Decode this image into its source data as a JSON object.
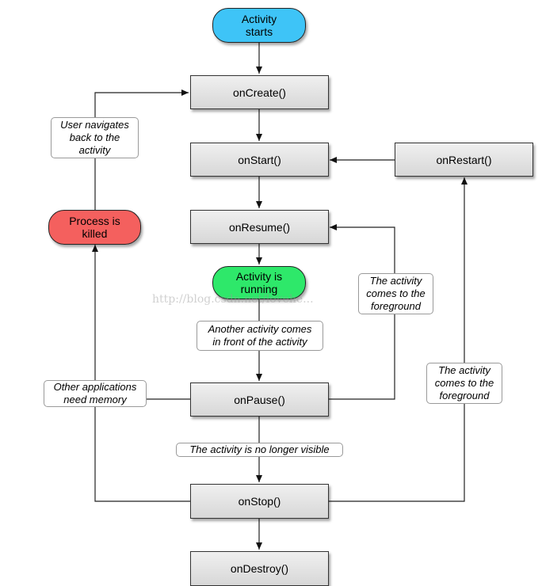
{
  "start": {
    "label": "Activity\nstarts",
    "color": "#3ec4f7"
  },
  "running": {
    "label": "Activity is\nrunning",
    "color": "#2ee86a"
  },
  "killed": {
    "label": "Process is\nkilled",
    "color": "#f4605e"
  },
  "methods": {
    "onCreate": "onCreate()",
    "onStart": "onStart()",
    "onResume": "onResume()",
    "onPause": "onPause()",
    "onStop": "onStop()",
    "onDestroy": "onDestroy()",
    "onRestart": "onRestart()"
  },
  "notes": {
    "user_navigates": "User navigates\nback to the\nactivity",
    "another_activity": "Another activity comes\nin front of the activity",
    "foreground_1": "The activity\ncomes to the\nforeground",
    "foreground_2": "The activity\ncomes to the\nforeground",
    "other_apps": "Other applications\nneed memory",
    "no_longer_visible": "The activity is no longer visible"
  },
  "watermark": "http://blog.csdn.net/lovehe..."
}
